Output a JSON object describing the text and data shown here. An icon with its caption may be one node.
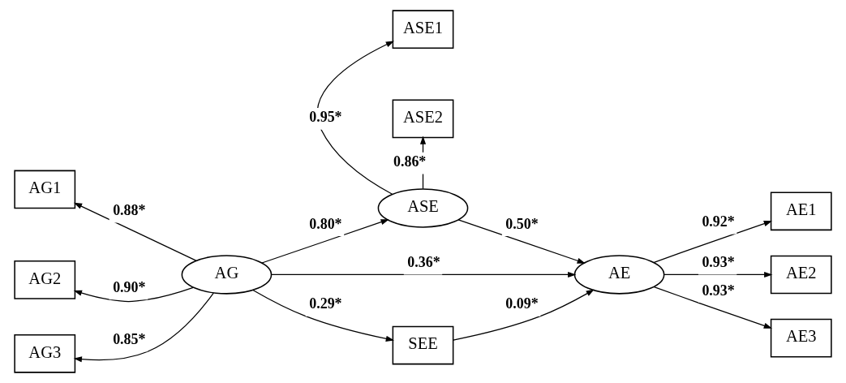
{
  "diagram": {
    "nodes": [
      {
        "text": [
          "ASE1"
        ]
      },
      {
        "text": [
          "ASE2"
        ]
      },
      {
        "text": [
          "ASE"
        ]
      },
      {
        "text": [
          "AG1"
        ]
      },
      {
        "text": [
          "AG2"
        ]
      },
      {
        "text": [
          "AG3"
        ]
      },
      {
        "text": [
          "AG"
        ]
      },
      {
        "text": [
          "AE"
        ]
      },
      {
        "text": [
          "AE1"
        ]
      },
      {
        "text": [
          "AE2"
        ]
      },
      {
        "text": [
          "AE3"
        ]
      },
      {
        "text": [
          "SEE"
        ]
      }
    ],
    "edges": [
      {
        "from": 2,
        "to": 0,
        "arrow": "to",
        "label": "0.95*"
      },
      {
        "from": 2,
        "to": 1,
        "arrow": "to",
        "label": "0.86*"
      },
      {
        "from": 6,
        "to": 3,
        "arrow": "to",
        "label": "0.88*"
      },
      {
        "from": 6,
        "to": 4,
        "arrow": "to",
        "label": "0.90*"
      },
      {
        "from": 6,
        "to": 5,
        "arrow": "to",
        "label": "0.85*"
      },
      {
        "from": 6,
        "to": 2,
        "arrow": "to",
        "label": "0.80*"
      },
      {
        "from": 2,
        "to": 7,
        "arrow": "to",
        "label": "0.50*"
      },
      {
        "from": 6,
        "to": 7,
        "arrow": "to",
        "label": "0.36*"
      },
      {
        "from": 6,
        "to": 11,
        "arrow": "to",
        "label": "0.29*"
      },
      {
        "from": 11,
        "to": 7,
        "arrow": "to",
        "label": "0.09*"
      },
      {
        "from": 7,
        "to": 8,
        "arrow": "to",
        "label": "0.92*"
      },
      {
        "from": 7,
        "to": 9,
        "arrow": "to",
        "label": "0.93*"
      },
      {
        "from": 7,
        "to": 10,
        "arrow": "to",
        "label": "0.93*"
      }
    ]
  }
}
